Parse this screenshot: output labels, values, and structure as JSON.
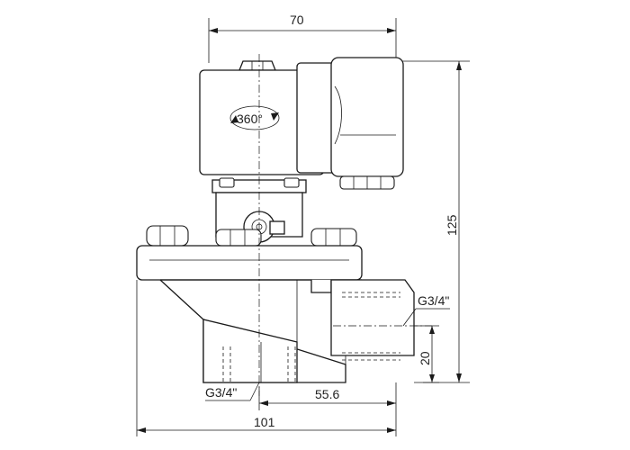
{
  "drawing": {
    "dimensions": {
      "top_width": "70",
      "right_height": "125",
      "port_height": "20",
      "bottom_offset": "55.6",
      "overall_width": "101"
    },
    "labels": {
      "rotation": "360°",
      "side_thread": "G3/4\"",
      "bottom_thread": "G3/4\""
    },
    "colors": {
      "line": "#1a1a1a",
      "background": "#ffffff"
    }
  }
}
